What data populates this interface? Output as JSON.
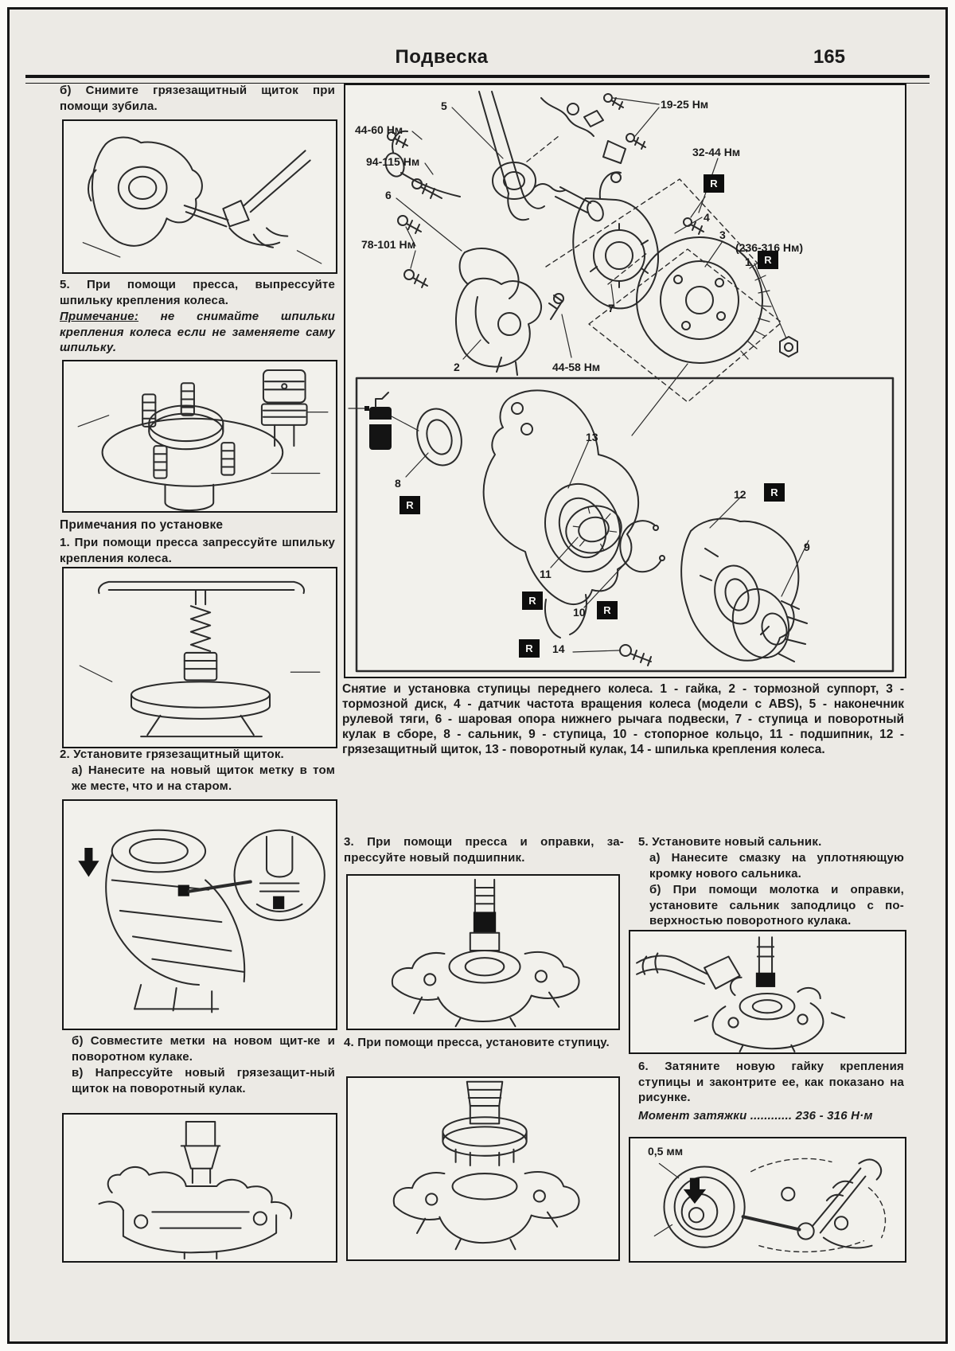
{
  "colors": {
    "paper": "#eceae5",
    "ink": "#1b1b1b",
    "marker_bg": "#0d0d0d"
  },
  "page": {
    "title": "Подвеска",
    "number": "165"
  },
  "left": {
    "step_b": "б) Снимите грязезащитный щиток при помощи зубила.",
    "step5": "5. При помощи пресса, выпрессуйте шпильку крепления колеса.",
    "note_label": "Примечание:",
    "note_text": " не снимайте шпильки крепления колеса если не заменяете саму шпильку.",
    "install_heading": "Примечания по установке",
    "step1": "1. При помощи пресса запрессуйте шпильку крепления колеса.",
    "step2": "2. Установите грязезащитный щиток.",
    "step2a": "а) Нанесите на новый щиток метку в том же месте, что и на старом.",
    "step2b": "б) Совместите метки на новом щит-ке и поворотном кулаке.",
    "step2v": "в) Напрессуйте новый грязезащит-ный щиток на поворотный кулак."
  },
  "diagram": {
    "r_mark": "R",
    "upper": {
      "part1": "1",
      "part2": "2",
      "part3": "3",
      "part4": "4",
      "part5": "5",
      "part6": "6",
      "part7": "7",
      "torque_19_25": "19-25 Нм",
      "torque_44_60": "44-60 Нм",
      "torque_94_115": "94-115 Нм",
      "torque_32_44": "32-44 Нм",
      "torque_78_101": "78-101 Нм",
      "torque_236_316": "(236-316 Нм)",
      "torque_44_58": "44-58 Нм"
    },
    "lower": {
      "part8": "8",
      "part9": "9",
      "part10": "10",
      "part11": "11",
      "part12": "12",
      "part13": "13",
      "part14": "14"
    },
    "caption": "Снятие и установка ступицы переднего колеса. 1 - гайка, 2 - тормозной суппорт, 3 - тормозной диск, 4 - датчик частота вращения колеса (модели с ABS), 5 - наконечник рулевой тяги, 6 - шаровая опора нижнего рычага подвески, 7 - ступица и поворотный кулак в сборе, 8 - сальник, 9 - ступица, 10 - стопорное кольцо, 11 - подшипник, 12 - грязезащитный щиток, 13 - поворотный кулак, 14 - шпилька крепления колеса."
  },
  "mid": {
    "step3": "3. При помощи пресса и оправки, за-прессуйте новый подшипник.",
    "step4": "4. При помощи пресса, установите ступицу."
  },
  "right": {
    "step5": "5. Установите новый сальник.",
    "step5a": "а) Нанесите смазку на уплотняющую кромку нового сальника.",
    "step5b": "б) При помощи молотка и оправки, установите сальник заподлицо с по-верхностью поворотного кулака.",
    "step6": "6. Затяните новую гайку крепления ступицы и законтрите ее, как показано на рисунке.",
    "torque_note": "Момент затяжки ............ 236 - 316 Н·м",
    "gap_label": "0,5 мм"
  }
}
